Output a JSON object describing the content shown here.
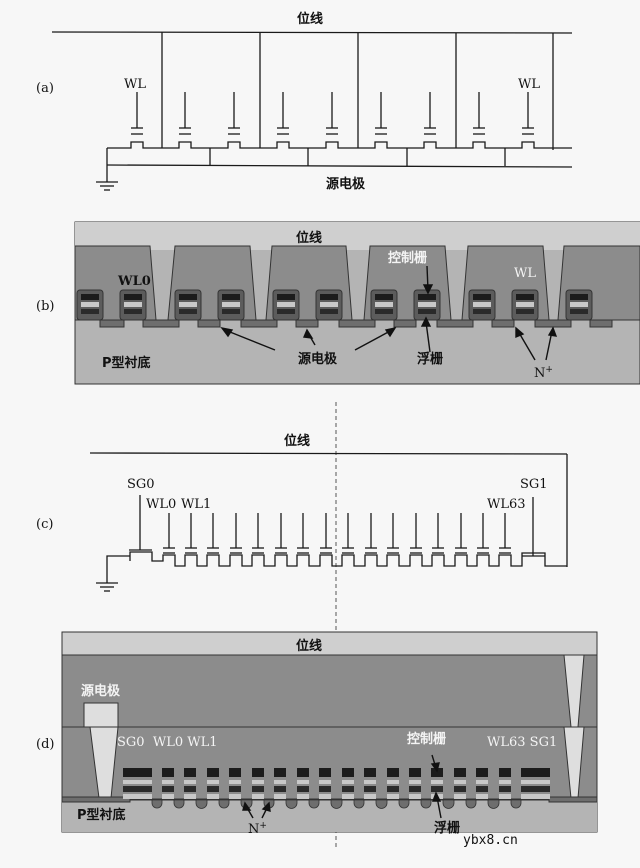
{
  "panel_labels": {
    "a": "(a)",
    "b": "(b)",
    "c": "(c)",
    "d": "(d)"
  },
  "panel_a": {
    "bitline_label": "位线",
    "source_label": "源电极",
    "wl_left": "WL",
    "wl_right": "WL",
    "cell_count": 9
  },
  "panel_b": {
    "bitline_label": "位线",
    "wl0_label": "WL0",
    "wl_label": "WL",
    "control_gate_label": "控制栅",
    "source_label": "源电极",
    "floating_gate_label": "浮栅",
    "substrate_label": "P型衬底",
    "n_plus_label": "N",
    "n_plus_sup": "+"
  },
  "panel_c": {
    "bitline_label": "位线",
    "sg0": "SG0",
    "wl0": "WL0",
    "wl1": "WL1",
    "wl63": "WL63",
    "sg1": "SG1",
    "cell_count": 18
  },
  "panel_d": {
    "bitline_label": "位线",
    "source_label": "源电极",
    "left_gates_label": "SG0  WL0 WL1",
    "right_gates_label": "WL63 SG1",
    "control_gate_label": "控制栅",
    "floating_gate_label": "浮栅",
    "substrate_label": "P型衬底",
    "n_plus_label": "N",
    "n_plus_sup": "+"
  },
  "watermark": "ybx8.cn",
  "colors": {
    "background": "#f7f7f7",
    "line": "#1a1a1a",
    "bitline_metal": "#cfcfcf",
    "dielectric": "#8c8c8c",
    "substrate": "#b4b4b4",
    "n_plus": "#6e6e6e",
    "gate_dark": "#1c1c1c",
    "gate_light": "#c8c8c8",
    "contact": "#dedede"
  }
}
